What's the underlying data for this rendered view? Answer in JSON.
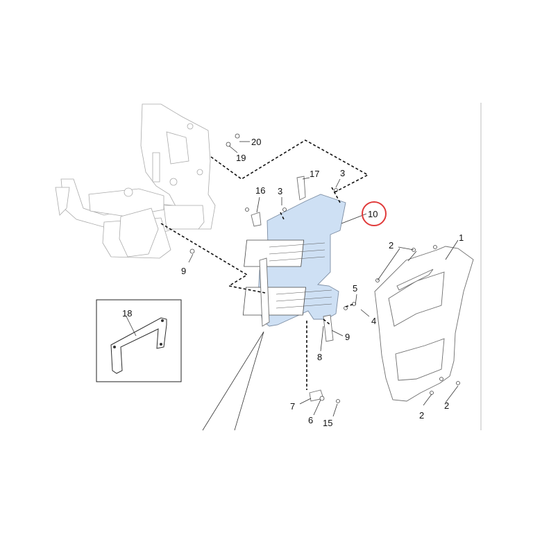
{
  "callouts": {
    "n1": "1",
    "n2a": "2",
    "n2b": "2",
    "n2c": "2",
    "n3a": "3",
    "n3b": "3",
    "n4": "4",
    "n5": "5",
    "n6": "6",
    "n7": "7",
    "n8": "8",
    "n9a": "9",
    "n9b": "9",
    "n10": "10",
    "n15": "15",
    "n16": "16",
    "n17": "17",
    "n18": "18",
    "n19": "19",
    "n20": "20"
  },
  "colors": {
    "highlight_fill": "#c9ddf3",
    "highlight_ring": "#e03a3a"
  },
  "highlighted_part": "10"
}
